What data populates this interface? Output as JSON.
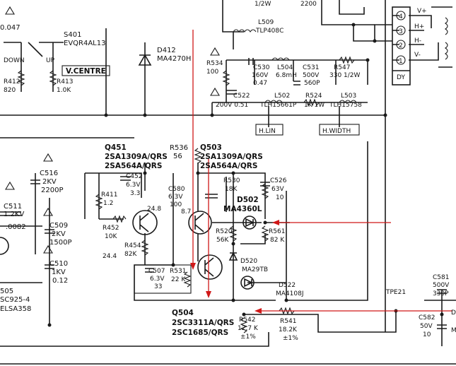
{
  "labels": {
    "c_047": "0.047",
    "s401": "S401",
    "s401_part": "EVQR4AL13",
    "down": "DOWN",
    "up": "UP",
    "vcentre": "V.CENTRE",
    "r412": "R412",
    "r412_v": "820",
    "r413": "R413",
    "r413_v": "1.0K",
    "d412": "D412",
    "d412_part": "MA4270H",
    "top_frag1": "1/2W",
    "top_frag2": "2200",
    "l509": "L509",
    "l509_part": "TLP408C",
    "r534": "R534",
    "r534_v": "100",
    "c530": "C530",
    "c530_v1": "160V",
    "c530_v2": "0.47",
    "l504": "L504",
    "l504_v1": "6.8mH",
    "c531": "C531",
    "c531_v1": "500V",
    "c531_v2": "560P",
    "r547": "R547",
    "r547_v": "330 1/2W",
    "c522": "C522",
    "c522_v": "200V 0.51",
    "l502": "L502",
    "l502_part": "TLH15661P",
    "r524": "R524",
    "r524_v": "1K 1W",
    "l503": "L503",
    "l503_part": "TLH15758",
    "h_lin": "H.LIN",
    "h_width": "H.WIDTH",
    "dy": "DY",
    "conn_1": "1",
    "conn_2": "2",
    "conn_3": "3",
    "conn_4": "4",
    "v_plus": "V+",
    "h_plus": "H+",
    "h_minus": "H-",
    "v_minus": "V-",
    "q451": "Q451",
    "q451_p1": "2SA1309A/QRS",
    "q451_p2": "2SA564A/QRS",
    "r536": "R536",
    "r536_v": "56",
    "q503": "Q503",
    "q503_p1": "2SA1309A/QRS",
    "q503_p2": "2SA564A/QRS",
    "c516": "C516",
    "c516_v1": "2KV",
    "c516_v2": "2200P",
    "c452": "C452",
    "c452_v1": "6.3V",
    "c452_v2": "3.3",
    "r411": "R411",
    "r411_v": "1.2",
    "c580": "C580",
    "c580_v1": "6.3V",
    "c580_v2": "100",
    "r530": "R530",
    "r530_v": "18K",
    "c526": "C526",
    "c526_v1": "63V",
    "c526_v2": "10",
    "c511": "C511",
    "c511_v": "1.2KV",
    "c_0082": ".0082",
    "c509": "C509",
    "c509_v1": "2KV",
    "c509_v2": "1500P",
    "d502": "D502",
    "d502_part": "MA4360L",
    "v_248": "24.8",
    "v_87": "8.7",
    "r452": "R452",
    "r452_v": "10K",
    "r454": "R454",
    "r454_v": "82K",
    "v_244": "24.4",
    "r520": "R520",
    "r520_v": "56K",
    "r561": "R561",
    "r561_v": "82 K",
    "c510": "C510",
    "c510_v1": "1KV",
    "c510_v2": "0.12",
    "d520": "D520",
    "d520_part": "MA29TB",
    "c507": "C507",
    "c507_v1": "6.3V",
    "c507_v2": "33",
    "r531": "R531",
    "r531_v": "22 K",
    "d522": "D522",
    "d522_part": "MA4108J",
    "tpe21": "TPE21",
    "c581": "C581",
    "c581_v1": "500V",
    "c581_v2": "330P",
    "sc505": "505",
    "sc925": "SC925-4",
    "els358": "ELSA358",
    "q504": "Q504",
    "q504_p1": "2SC3311A/QRS",
    "q504_p2": "2SC1685/QRS",
    "r542": "R542",
    "r542_v1": "12.7 K",
    "r542_v2": "±1%",
    "r541": "R541",
    "r541_v1": "18.2K",
    "r541_v2": "±1%",
    "c582": "C582",
    "c582_v1": "50V",
    "c582_v2": "10",
    "d_frag": "D",
    "m_frag": "M"
  },
  "colors": {
    "ink": "#1a1a1a",
    "annotation_arrow": "#d01818",
    "paper": "#ffffff"
  }
}
